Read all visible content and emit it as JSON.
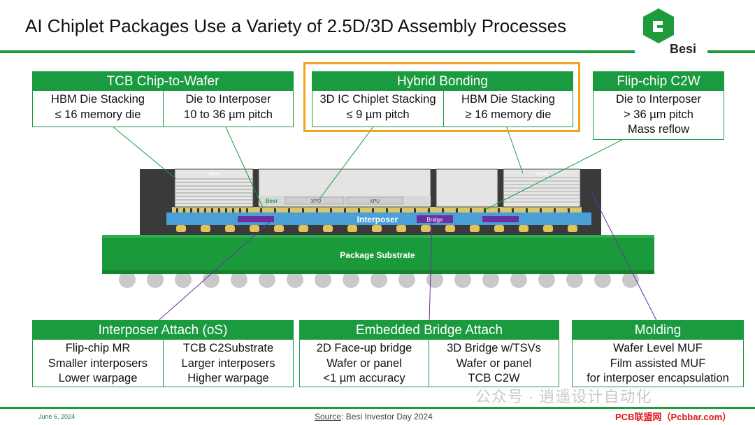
{
  "title": "AI Chiplet Packages Use a Variety of 2.5D/3D Assembly Processes",
  "logo": {
    "text": "Besi",
    "color": "#1e9c3c"
  },
  "boxes": {
    "tcb": {
      "header": "TCB Chip-to-Wafer",
      "col1": [
        "HBM Die Stacking",
        "≤ 16 memory die"
      ],
      "col2": [
        "Die to Interposer",
        "10 to 36 µm pitch"
      ]
    },
    "hybrid": {
      "header": "Hybrid Bonding",
      "col1": [
        "3D IC Chiplet Stacking",
        "≤ 9 µm pitch"
      ],
      "col2": [
        "HBM Die Stacking",
        "≥ 16 memory die"
      ]
    },
    "flip": {
      "header": "Flip-chip C2W",
      "col1": [
        "Die to Interposer",
        "> 36 µm pitch",
        "Mass reflow"
      ]
    },
    "interposer_attach": {
      "header": "Interposer Attach (oS)",
      "col1": [
        "Flip-chip MR",
        "Smaller interposers",
        "Lower warpage"
      ],
      "col2": [
        "TCB C2Substrate",
        "Larger interposers",
        "Higher warpage"
      ]
    },
    "bridge": {
      "header": "Embedded Bridge Attach",
      "col1": [
        "2D Face-up bridge",
        "Wafer or panel",
        "<1 µm accuracy"
      ],
      "col2": [
        "3D Bridge w/TSVs",
        "Wafer or panel",
        "TCB C2W"
      ]
    },
    "molding": {
      "header": "Molding",
      "col1": [
        "Wafer Level MUF",
        "Film assisted MUF",
        "for interposer encapsulation"
      ]
    }
  },
  "diagram": {
    "hbm_left": "HBM",
    "hbm_right": "HBM",
    "besi_mark": "Besi",
    "xpu_1": "XPU",
    "xpu_2": "XPU",
    "interposer": "Interposer",
    "bridge": "Bridge",
    "substrate": "Package Substrate"
  },
  "colors": {
    "green": "#1a9b3f",
    "orange": "#f0a31e",
    "interposer_blue": "#4a9fd6",
    "bridge_purple": "#6a2fa0"
  },
  "footer": {
    "date": "June 6, 2024",
    "source_label": "Source",
    "source_text": ": Besi Investor Day 2024"
  },
  "watermark": "公众号 · 逍遥设计自动化",
  "watermark_badge": "PCB联盟网（Pcbbar.com）"
}
